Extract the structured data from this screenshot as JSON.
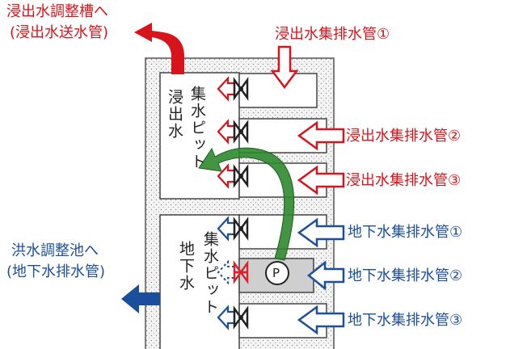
{
  "labels": {
    "leach_out_top": "浸出水調整槽へ",
    "leach_out_top_sub": "(浸出水送水管)",
    "flood_out": "洪水調整池へ",
    "flood_out_sub": "(地下水排水管)"
  },
  "pits": {
    "upper_name": "浸出水",
    "upper_pit": "集水ピット",
    "lower_name": "地下水",
    "lower_pit": "集水ピット",
    "pump_symbol": "P"
  },
  "inlets": {
    "leachate": [
      "浸出水集排水管①",
      "浸出水集排水管②",
      "浸出水集排水管③"
    ],
    "groundwater": [
      "地下水集排水管①",
      "地下水集排水管②",
      "地下水集排水管③"
    ]
  },
  "colors": {
    "leachate": "#d7141a",
    "groundwater": "#1b4f9c",
    "return_arrow": "#2f8a2f",
    "valve": "#222222",
    "valve_red": "#e0202a"
  }
}
